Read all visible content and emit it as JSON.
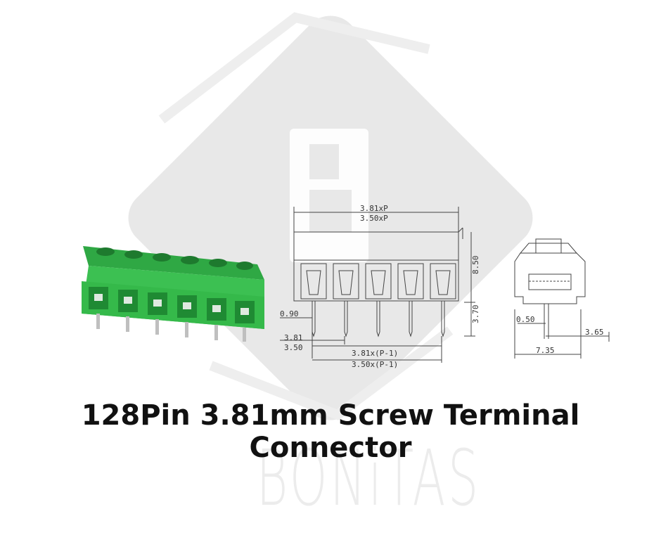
{
  "watermark": {
    "brand_text": "BONiTAS"
  },
  "title": "128Pin 3.81mm Screw Terminal Connector",
  "drawing": {
    "top_dim_1": "3.81xP",
    "top_dim_2": "3.50xP",
    "height_dim": "8.50",
    "pin_len_dim": "3.70",
    "pin_dim": "0.90",
    "pitch_dim_1": "3.81",
    "pitch_dim_2": "3.50",
    "bottom_dim_1": "3.81x(P-1)",
    "bottom_dim_2": "3.50x(P-1)",
    "side_pin_dim": "0.50",
    "side_offset_dim": "3.65",
    "side_width_dim": "7.35"
  },
  "colors": {
    "connector_green": "#35b94a",
    "connector_dark": "#1f8a33",
    "watermark": "#e4e4e4",
    "title": "#111111"
  }
}
